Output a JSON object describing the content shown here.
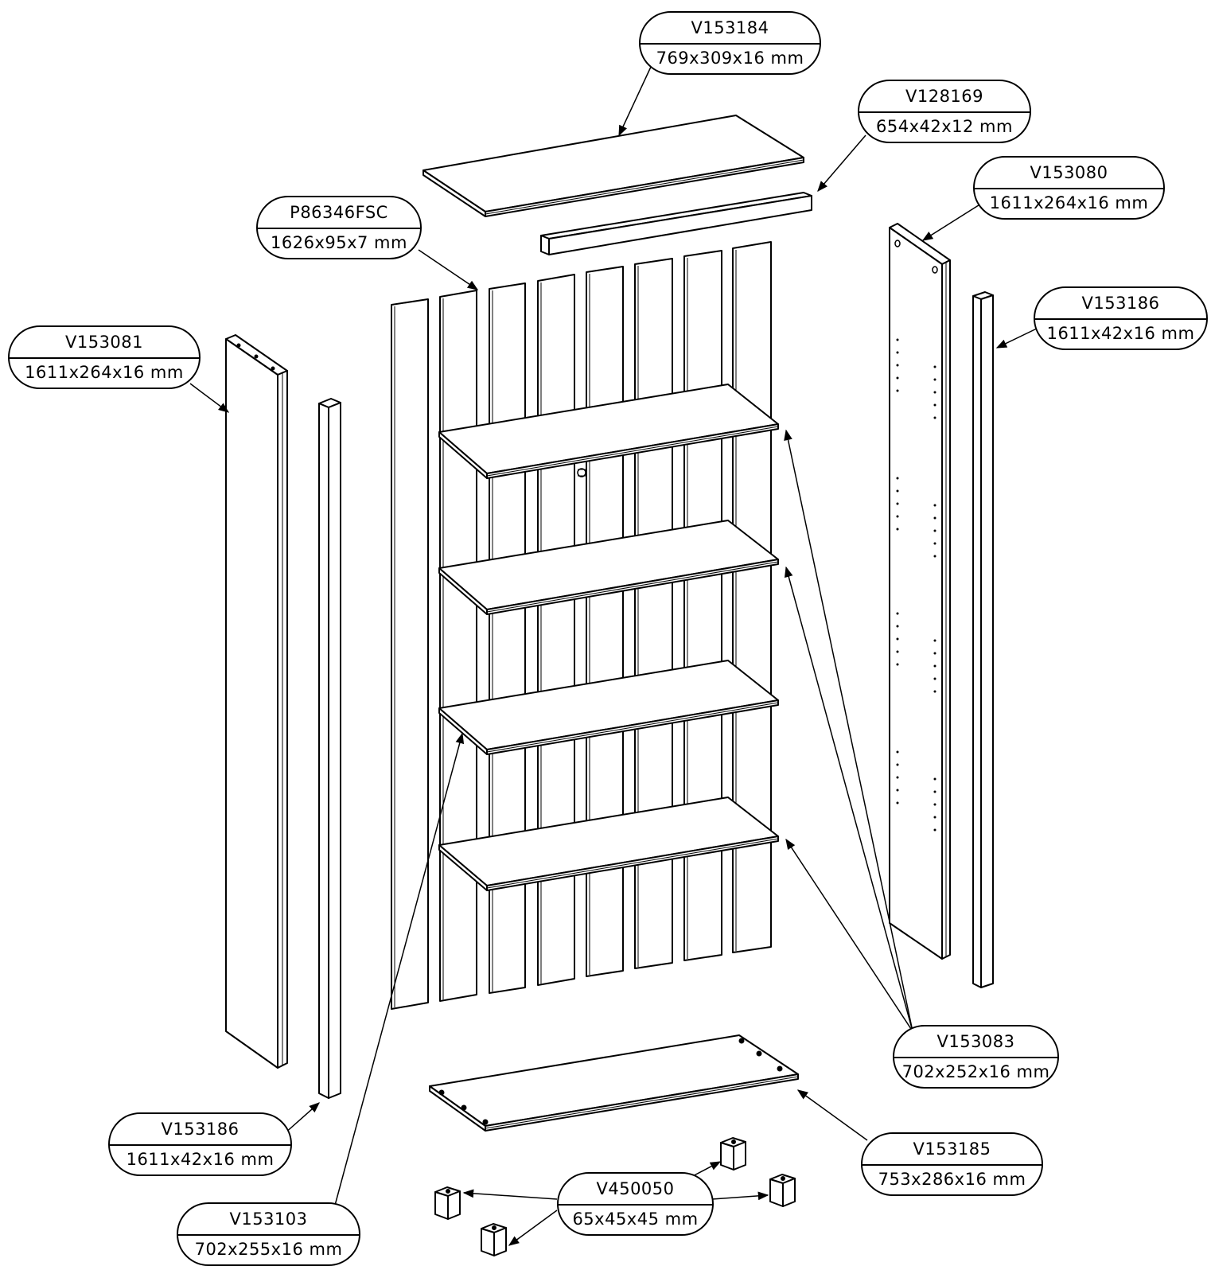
{
  "labels": [
    {
      "id": "top-panel",
      "code": "V153184",
      "dims": "769x309x16 mm"
    },
    {
      "id": "top-rail",
      "code": "V128169",
      "dims": "654x42x12 mm"
    },
    {
      "id": "right-side-panel",
      "code": "V153080",
      "dims": "1611x264x16 mm"
    },
    {
      "id": "back-boards",
      "code": "P86346FSC",
      "dims": "1626x95x7 mm"
    },
    {
      "id": "right-front-strip",
      "code": "V153186",
      "dims": "1611x42x16 mm"
    },
    {
      "id": "left-side-panel",
      "code": "V153081",
      "dims": "1611x264x16 mm"
    },
    {
      "id": "shelves",
      "code": "V153083",
      "dims": "702x252x16 mm"
    },
    {
      "id": "left-front-strip",
      "code": "V153186",
      "dims": "1611x42x16 mm"
    },
    {
      "id": "bottom-panel",
      "code": "V153185",
      "dims": "753x286x16 mm"
    },
    {
      "id": "feet",
      "code": "V450050",
      "dims": "65x45x45 mm"
    },
    {
      "id": "fixed-shelf",
      "code": "V153103",
      "dims": "702x255x16 mm"
    }
  ]
}
